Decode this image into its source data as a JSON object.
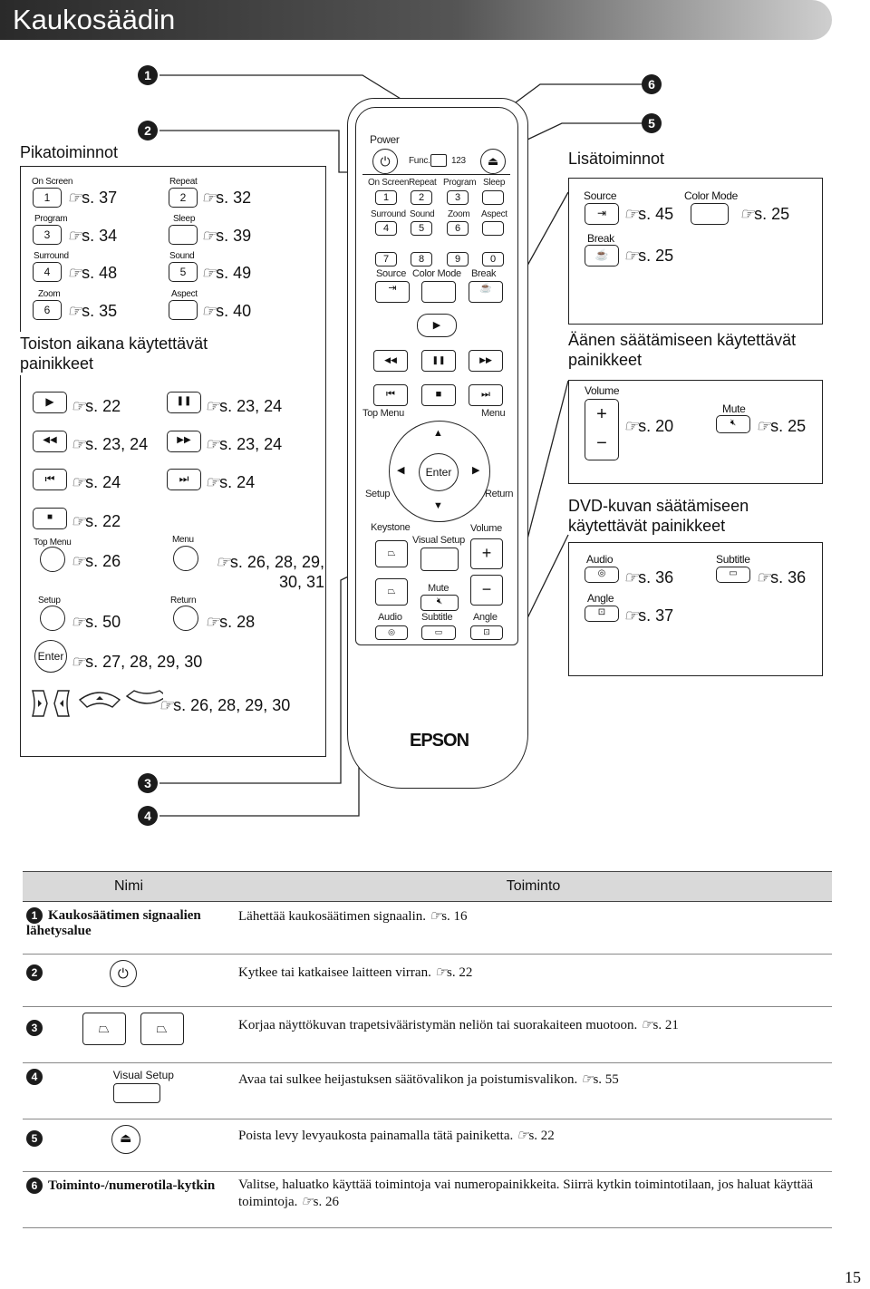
{
  "header": {
    "title": "Kaukosäädin"
  },
  "callouts": [
    "1",
    "2",
    "3",
    "4",
    "5",
    "6"
  ],
  "left": {
    "quick_title": "Pikatoiminnot",
    "quick": [
      {
        "label": "On Screen",
        "key": "1",
        "ref": "s. 37"
      },
      {
        "label": "Repeat",
        "key": "2",
        "ref": "s. 32"
      },
      {
        "label": "Program",
        "key": "3",
        "ref": "s. 34"
      },
      {
        "label": "Sleep",
        "key": "",
        "ref": "s. 39"
      },
      {
        "label": "Surround",
        "key": "4",
        "ref": "s. 48"
      },
      {
        "label": "Sound",
        "key": "5",
        "ref": "s. 49"
      },
      {
        "label": "Zoom",
        "key": "6",
        "ref": "s. 35"
      },
      {
        "label": "Aspect",
        "key": "",
        "ref": "s. 40"
      }
    ],
    "play_title": "Toiston aikana käytettävät painikkeet",
    "play": [
      {
        "icon": "▶",
        "ref": "s. 22"
      },
      {
        "icon": "❚❚",
        "ref": "s. 23, 24"
      },
      {
        "icon": "◀◀",
        "ref": "s. 23, 24"
      },
      {
        "icon": "▶▶",
        "ref": "s. 23, 24"
      },
      {
        "icon": "⏮",
        "ref": "s. 24"
      },
      {
        "icon": "⏭",
        "ref": "s. 24"
      },
      {
        "icon": "■",
        "ref": "s. 22"
      }
    ],
    "topmenu_label": "Top Menu",
    "topmenu_ref": "s. 26",
    "menu_label": "Menu",
    "menu_ref": "s. 26, 28, 29, 30, 31",
    "setup_label": "Setup",
    "setup_ref": "s. 50",
    "return_label": "Return",
    "return_ref": "s. 28",
    "enter_label": "Enter",
    "enter_ref": "s. 27, 28, 29, 30",
    "arrows_ref": "s. 26, 28, 29, 30"
  },
  "remote": {
    "power": "Power",
    "func": "Func.",
    "num": "123",
    "row1_labels": [
      "On Screen",
      "Repeat",
      "Program",
      "Sleep"
    ],
    "row1_keys": [
      "1",
      "2",
      "3",
      ""
    ],
    "row2_labels": [
      "Surround",
      "Sound",
      "Zoom",
      "Aspect"
    ],
    "row2_keys": [
      "4",
      "5",
      "6",
      ""
    ],
    "row3_keys": [
      "7",
      "8",
      "9",
      "0"
    ],
    "row4_labels": [
      "Source",
      "Color Mode",
      "Break"
    ],
    "topmenu": "Top Menu",
    "menu": "Menu",
    "enter": "Enter",
    "setup": "Setup",
    "return": "Return",
    "keystone": "Keystone",
    "visual_setup": "Visual Setup",
    "volume": "Volume",
    "mute": "Mute",
    "audio": "Audio",
    "subtitle": "Subtitle",
    "angle": "Angle",
    "brand": "EPSON"
  },
  "right": {
    "extra_title": "Lisätoiminnot",
    "source_label": "Source",
    "source_ref": "s. 45",
    "colormode_label": "Color Mode",
    "colormode_ref": "s. 25",
    "break_label": "Break",
    "break_ref": "s. 25",
    "sound_title": "Äänen säätämiseen käytettävät painikkeet",
    "volume_label": "Volume",
    "volume_ref": "s. 20",
    "mute_label": "Mute",
    "mute_ref": "s. 25",
    "dvd_title": "DVD-kuvan säätämiseen käytettävät painikkeet",
    "audio_label": "Audio",
    "audio_ref": "s. 36",
    "subtitle_label": "Subtitle",
    "subtitle_ref": "s. 36",
    "angle_label": "Angle",
    "angle_ref": "s. 37"
  },
  "table": {
    "headers": [
      "Nimi",
      "Toiminto"
    ],
    "rows": [
      {
        "num": "1",
        "name": "Kaukosäätimen signaalien lähetysalue",
        "desc": "Lähettää kaukosäätimen signaalin.",
        "ref": "s. 16"
      },
      {
        "num": "2",
        "name": "",
        "desc": "Kytkee tai katkaisee laitteen virran.",
        "ref": "s. 22"
      },
      {
        "num": "3",
        "name": "",
        "desc": "Korjaa näyttökuvan trapetsivääristymän neliön tai suorakaiteen muotoon.",
        "ref": "s. 21"
      },
      {
        "num": "4",
        "name": "Visual Setup",
        "desc": "Avaa tai sulkee heijastuksen säätövalikon ja poistumisvalikon.",
        "ref": "s. 55"
      },
      {
        "num": "5",
        "name": "",
        "desc": "Poista levy levyaukosta painamalla tätä painiketta.",
        "ref": "s. 22"
      },
      {
        "num": "6",
        "name": "Toiminto-/numerotila-kytkin",
        "desc": "Valitse, haluatko käyttää toimintoja vai numeropainikkeita. Siirrä kytkin toimintotilaan, jos haluat käyttää toimintoja.",
        "ref": "s. 26"
      }
    ]
  },
  "page_number": "15"
}
